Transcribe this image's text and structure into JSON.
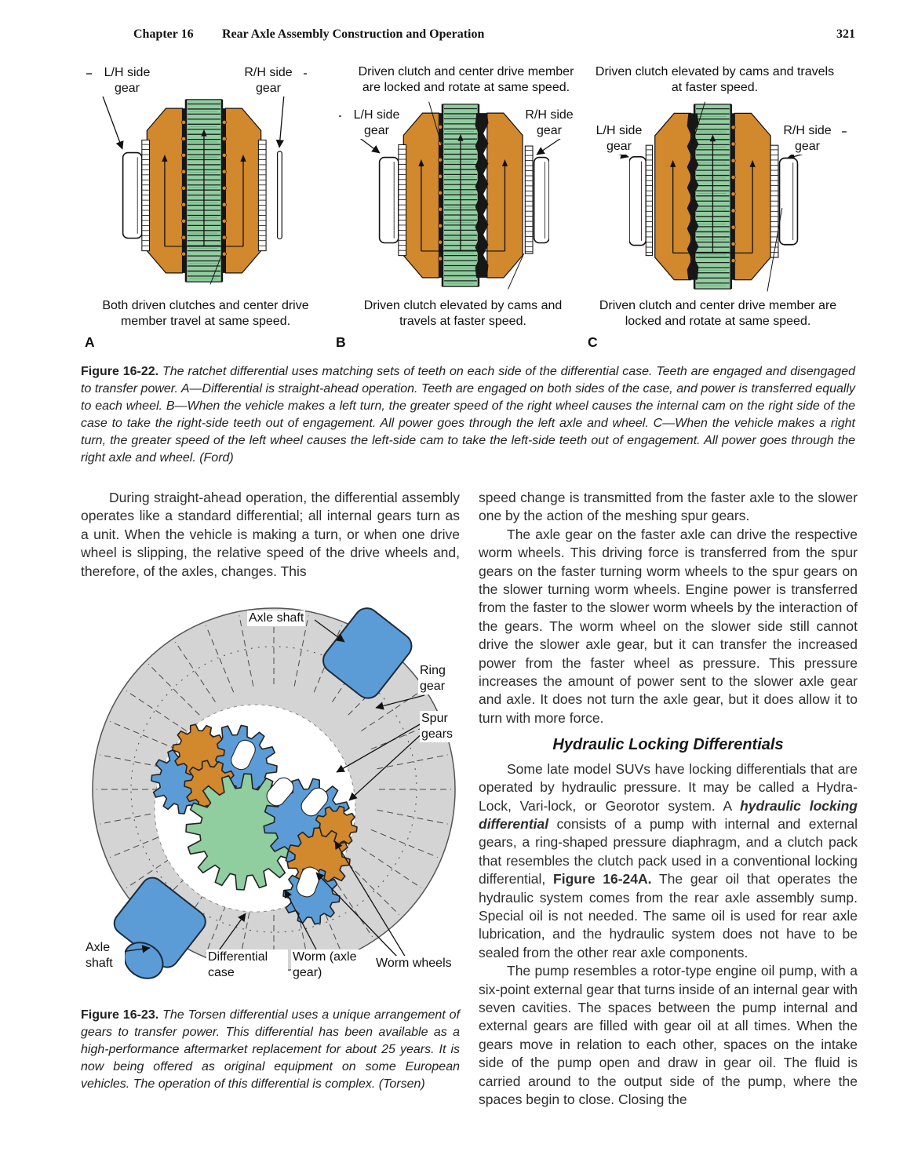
{
  "header": {
    "chapter": "Chapter 16",
    "title": "Rear Axle Assembly Construction and Operation",
    "page_number": "321"
  },
  "fig22": {
    "a": {
      "letter": "A",
      "lh_label": "L/H side gear",
      "rh_label": "R/H side gear",
      "bottom_label": "Both driven clutches and center drive member travel at same speed."
    },
    "b": {
      "letter": "B",
      "top_label": "Driven clutch and center drive member are locked and rotate at same speed.",
      "lh_label": "L/H side gear",
      "rh_label": "R/H side gear",
      "bottom_label": "Driven clutch elevated by cams and travels at faster speed."
    },
    "c": {
      "letter": "C",
      "top_label": "Driven clutch elevated by cams and travels at faster speed.",
      "lh_label": "L/H side gear",
      "rh_label": "R/H side gear",
      "bottom_label": "Driven clutch and center drive member are locked and rotate at same speed."
    },
    "caption": [
      {
        "t": "Figure 16-22.",
        "b": 1
      },
      {
        "t": " The ratchet differential uses matching sets of teeth on each side of the differential case. Teeth are engaged and disengaged to transfer power. A—Differential is straight-ahead operation. Teeth are engaged on both sides of the case, and power is transferred equally to each wheel. B—When the vehicle makes a left turn, the greater speed of the right wheel causes the internal cam on the right side of the case to take the right-side teeth out of engagement. All power goes through the left axle and wheel. C—When the vehicle makes a right turn, the greater speed of the left wheel causes the left-side cam to take the left-side teeth out of engagement. All power goes through the right axle and wheel. (Ford)",
        "i": 1
      }
    ]
  },
  "body": {
    "left_p1": "During straight-ahead operation, the differential assembly operates like a standard differential; all internal gears turn as a unit. When the vehicle is making a turn, or when one drive wheel is slipping, the relative speed of the drive wheels and, therefore, of the axles, changes. This",
    "right_p1": "speed change is transmitted from the faster axle to the slower one by the action of the meshing spur gears.",
    "right_p2": "The axle gear on the faster axle can drive the respective worm wheels. This driving force is transferred from the spur gears on the faster turning worm wheels to the spur gears on the slower turning worm wheels. Engine power is transferred from the faster to the slower worm wheels by the interaction of the gears. The worm wheel on the slower side still cannot drive the slower axle gear, but it can transfer the increased power from the faster wheel as pressure. This pressure increases the amount of power sent to the slower axle gear and axle. It does not turn the axle gear, but it does allow it to turn with more force.",
    "heading": "Hydraulic Locking Differentials",
    "right_p3": [
      {
        "t": "Some late model SUVs have locking differentials that are operated by hydraulic pressure. It may be called a Hydra-Lock, Vari-lock, or Georotor system. A "
      },
      {
        "t": "hydraulic locking differential",
        "bi": 1
      },
      {
        "t": " consists of a pump with internal and external gears, a ring-shaped pressure diaphragm, and a clutch pack that resembles the clutch pack used in a conventional locking differential, "
      },
      {
        "t": "Figure 16-24A.",
        "b": 1
      },
      {
        "t": " The gear oil that operates the hydraulic system comes from the rear axle assembly sump. Special oil is not needed. The same oil is used for rear axle lubrication, and the hydraulic system does not have to be sealed from the other rear axle components."
      }
    ],
    "right_p4": "The pump resembles a rotor-type engine oil pump, with a six-point external gear that turns inside of an internal gear with seven cavities. The spaces between the pump internal and external gears are filled with gear oil at all times. When the gears move in relation to each other, spaces on the intake side of the pump open and draw in gear oil. The fluid is carried around to the output side of the pump, where the spaces begin to close. Closing the"
  },
  "fig23": {
    "labels": {
      "axle_shaft_top": "Axle shaft",
      "ring_gear": "Ring gear",
      "spur_gears": "Spur gears",
      "axle_shaft_bottom": "Axle shaft",
      "differential_case": "Differential case",
      "worm": "Worm (axle gear)",
      "worm_wheels": "Worm wheels"
    },
    "caption": [
      {
        "t": "Figure 16-23.",
        "b": 1
      },
      {
        "t": " The Torsen differential uses a unique arrangement of gears to transfer power. This differential has been available as a high-performance aftermarket replacement for about 25 years. It is now being offered as original equipment on some European vehicles. The operation of this differential is complex. (Torsen)",
        "i": 1
      }
    ]
  },
  "colors": {
    "orange": "#d2882d",
    "green": "#90cd9f",
    "blue": "#5b9cd6",
    "gray": "#d4d4d4"
  }
}
